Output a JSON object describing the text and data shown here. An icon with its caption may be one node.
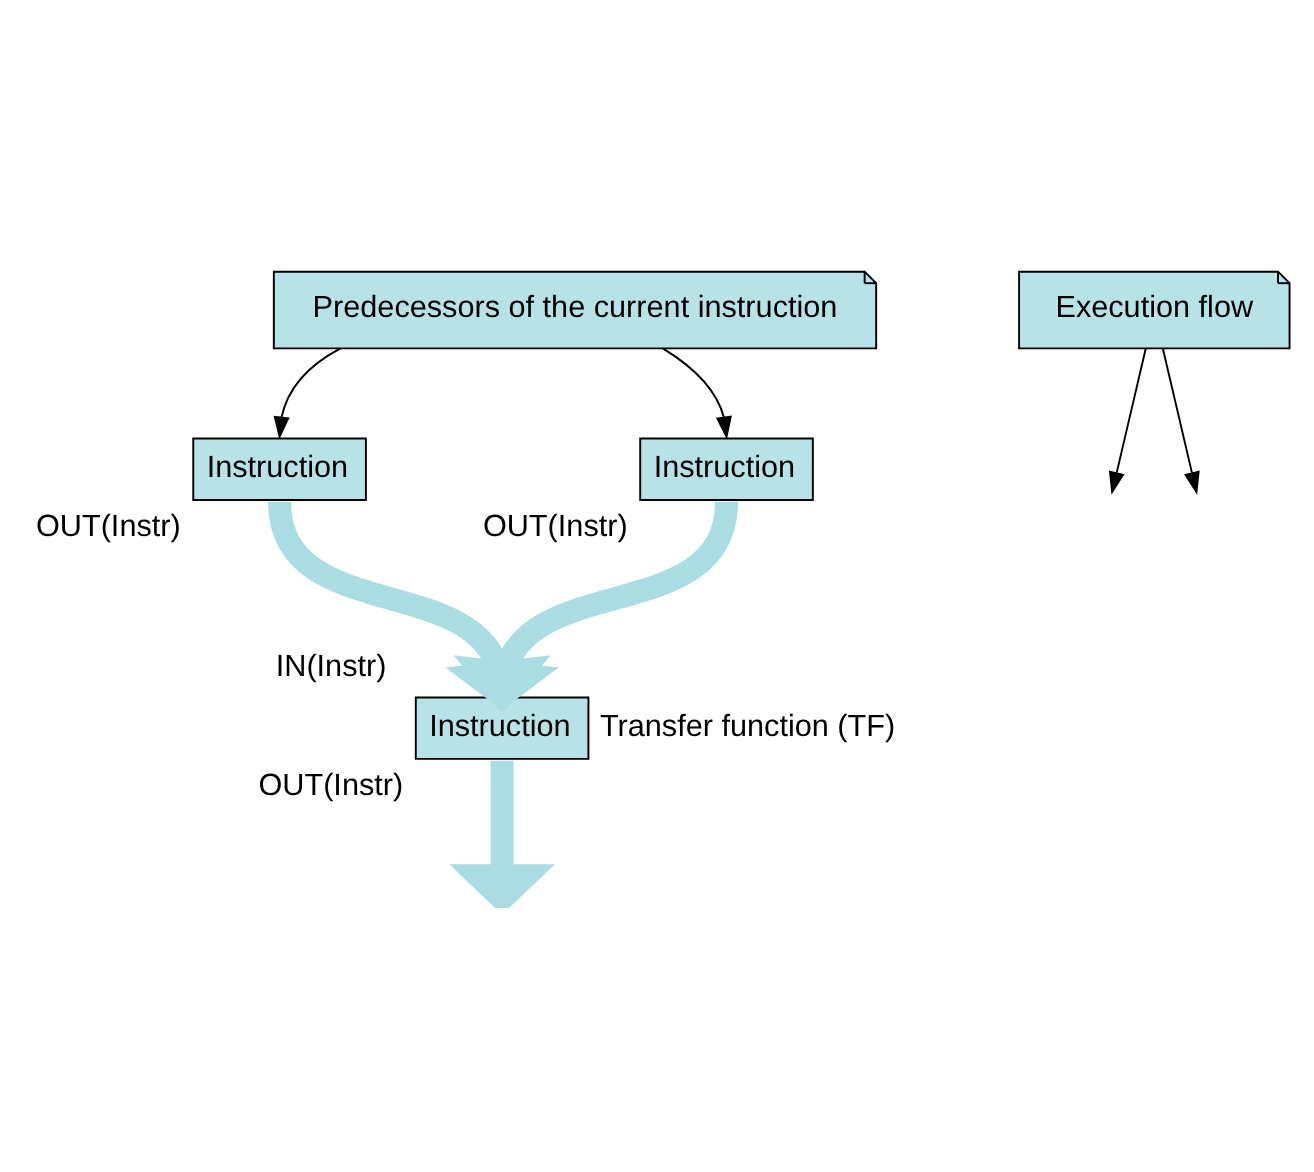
{
  "diagram": {
    "nodes": [
      {
        "text": [
          "Predecessors of the current instruction"
        ]
      },
      {
        "text": [
          "Instruction"
        ],
        "beside": [
          "OUT(Instr)"
        ]
      },
      {
        "text": [
          "Instruction"
        ],
        "beside": [
          "OUT(Instr)"
        ]
      },
      {
        "text": [
          "Execution flow"
        ]
      },
      {
        "text": [
          "Instruction"
        ],
        "beside": [
          "IN(Instr)",
          "Transfer function (TF)",
          "OUT(Instr)"
        ]
      }
    ],
    "edges": [
      {
        "from": 0,
        "to": 1,
        "arrow": "to"
      },
      {
        "from": 0,
        "to": 2,
        "arrow": "to"
      },
      {
        "from": 1,
        "to": 4,
        "arrow": "to",
        "style": "thick",
        "color": "#a9dde3"
      },
      {
        "from": 2,
        "to": 4,
        "arrow": "to",
        "style": "thick",
        "color": "#a9dde3"
      },
      {
        "from": 3,
        "to": null,
        "arrow": "to"
      },
      {
        "from": 3,
        "to": null,
        "arrow": "to"
      },
      {
        "from": 4,
        "to": null,
        "arrow": "to",
        "style": "thick",
        "color": "#a9dde3"
      }
    ]
  }
}
